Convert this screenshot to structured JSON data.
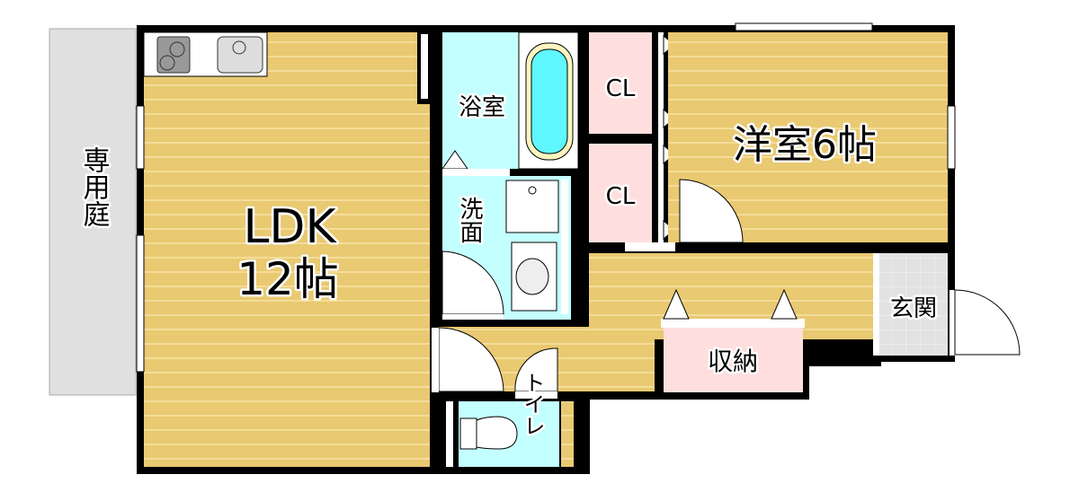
{
  "floorplan": {
    "rooms": {
      "garden": "専用庭",
      "ldk_name": "LDK",
      "ldk_size": "12帖",
      "bath": "浴室",
      "wash": "洗面",
      "closet_upper": "CL",
      "closet_lower": "CL",
      "western_room": "洋室6帖",
      "entrance": "玄関",
      "storage": "収納",
      "toilet": "トイレ"
    },
    "colors": {
      "wood": "#e9c971",
      "wet_area": "#c4ffff",
      "storage": "#ffdede",
      "tile": "#e2e2e2",
      "wall": "#000000"
    }
  }
}
